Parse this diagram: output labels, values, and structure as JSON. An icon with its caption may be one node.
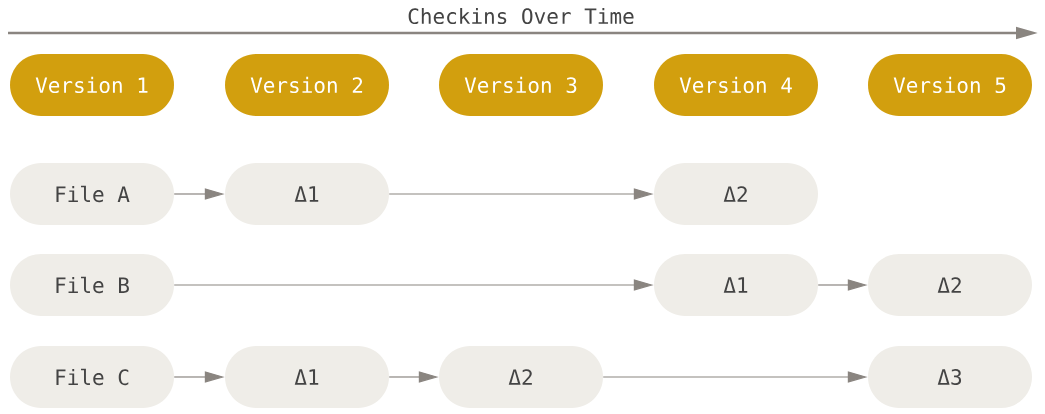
{
  "diagram": {
    "nodes": [
      {
        "text": [
          "Version 1"
        ]
      },
      {
        "text": [
          "Version 2"
        ]
      },
      {
        "text": [
          "Version 3"
        ]
      },
      {
        "text": [
          "Version 4"
        ]
      },
      {
        "text": [
          "Version 5"
        ]
      },
      {
        "text": [
          "File A"
        ]
      },
      {
        "text": [
          "Δ1"
        ]
      },
      {
        "text": [
          "Δ2"
        ]
      },
      {
        "text": [
          "File B"
        ]
      },
      {
        "text": [
          "Δ1"
        ]
      },
      {
        "text": [
          "Δ2"
        ]
      },
      {
        "text": [
          "File C"
        ]
      },
      {
        "text": [
          "Δ1"
        ]
      },
      {
        "text": [
          "Δ2"
        ]
      },
      {
        "text": [
          "Δ3"
        ]
      }
    ],
    "edges": [
      {
        "from": 5,
        "to": 6,
        "arrow": "to"
      },
      {
        "from": 6,
        "to": 7,
        "arrow": "to"
      },
      {
        "from": 8,
        "to": 9,
        "arrow": "to"
      },
      {
        "from": 9,
        "to": 10,
        "arrow": "to"
      },
      {
        "from": 11,
        "to": 12,
        "arrow": "to"
      },
      {
        "from": 12,
        "to": 13,
        "arrow": "to"
      },
      {
        "from": 13,
        "to": 14,
        "arrow": "to"
      }
    ],
    "labels": [
      "Checkins Over Time"
    ]
  }
}
